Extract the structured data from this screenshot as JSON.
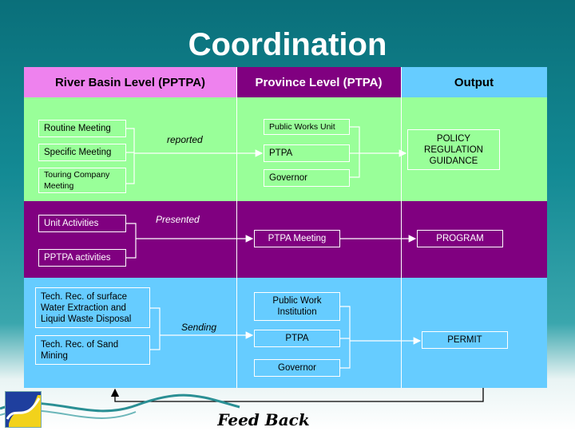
{
  "title": "Coordination",
  "headers": {
    "river_basin": "River Basin Level (PPTPA)",
    "province": "Province Level (PTPA)",
    "output": "Output"
  },
  "rows": {
    "green": {
      "river_boxes": [
        "Routine Meeting",
        "Specific Meeting",
        "Touring Company Meeting"
      ],
      "connector_label": "reported",
      "province_boxes": [
        "Public Works Unit",
        "PTPA",
        "Governor"
      ],
      "output_lines": [
        "POLICY",
        "REGULATION",
        "GUIDANCE"
      ]
    },
    "purple": {
      "river_boxes": [
        "Unit Activities",
        "PPTPA activities"
      ],
      "connector_label": "Presented",
      "province_boxes": [
        "PTPA Meeting"
      ],
      "output": "PROGRAM"
    },
    "blue": {
      "river_boxes": [
        "Tech. Rec. of surface Water Extraction and Liquid Waste Disposal",
        "Tech. Rec. of Sand Mining"
      ],
      "connector_label": "Sending",
      "province_boxes": [
        "Public Work Institution",
        "PTPA",
        "Governor"
      ],
      "output": "PERMIT"
    }
  },
  "feedback": "Feed Back",
  "colors": {
    "background_top": "#0a6f7a",
    "river_header": "#ee82ee",
    "province_header": "#800080",
    "output_header": "#66ccff",
    "green_row": "#99ff99",
    "purple_row": "#800080",
    "blue_row": "#66ccff"
  }
}
